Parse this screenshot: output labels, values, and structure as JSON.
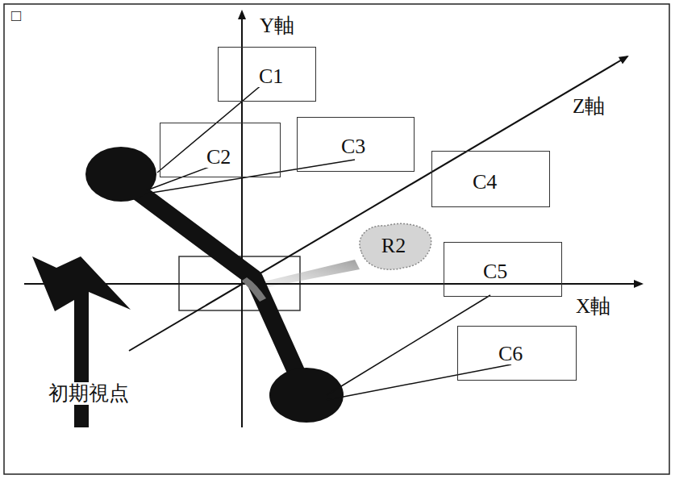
{
  "diagram": {
    "nodes": [
      {
        "text": [
          "C1"
        ]
      },
      {
        "text": [
          "C2"
        ]
      },
      {
        "text": [
          "C3"
        ]
      },
      {
        "text": [
          "C4"
        ]
      },
      {
        "text": [
          "R2"
        ]
      },
      {
        "text": [
          "C5"
        ]
      },
      {
        "text": [
          "C6"
        ]
      }
    ],
    "labels": [
      "□",
      "Y軸",
      "Z軸",
      "X軸",
      "初期視点"
    ]
  }
}
